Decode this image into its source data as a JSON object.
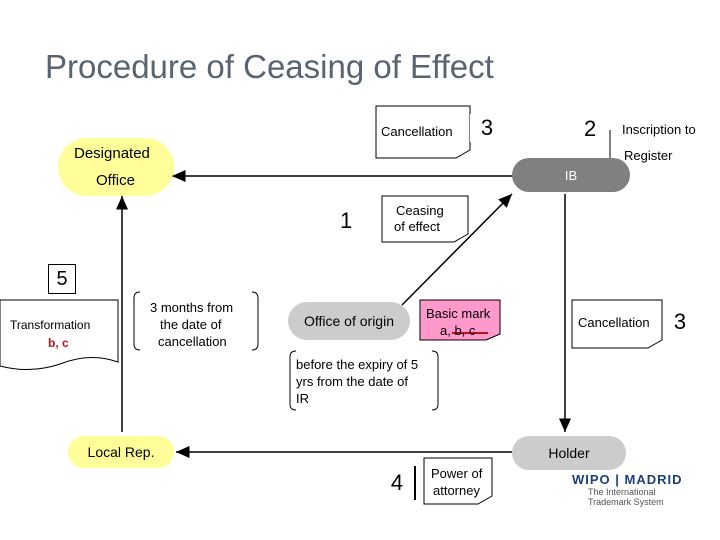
{
  "slide": {
    "title": "Procedure of Ceasing of Effect"
  },
  "nodes": {
    "designated_office": {
      "line1": "Designated",
      "line2": "Office"
    },
    "ib": {
      "label": "IB"
    },
    "office_of_origin": {
      "label": "Office of origin"
    },
    "local_rep": {
      "label": "Local Rep."
    },
    "holder": {
      "label": "Holder"
    }
  },
  "documents": {
    "cancellation_top": {
      "label": "Cancellation",
      "number": "3"
    },
    "ceasing_of_effect": {
      "line1": "Ceasing",
      "line2": "of effect",
      "number": "1"
    },
    "basic_mark": {
      "line1": "Basic mark",
      "line2": "a, b, c"
    },
    "cancellation_right": {
      "label": "Cancellation",
      "number": "3"
    },
    "power_of_attorney": {
      "line1": "Power of",
      "line2": "attorney",
      "number": "4"
    },
    "transformation": {
      "line1": "Transformation",
      "line2": "b, c"
    },
    "inscription_number": "2"
  },
  "labels": {
    "inscription_line1": "Inscription to",
    "inscription_line2": "Register",
    "three_months_line1": "3 months from",
    "three_months_line2": "the date of",
    "three_months_line3": "cancellation",
    "expiry_line1": "before the expiry of 5",
    "expiry_line2": "yrs from the date of",
    "expiry_line3": "IR",
    "step5": "5"
  },
  "logo": {
    "text": "WIPO | MADRID",
    "subtitle_line1": "The International",
    "subtitle_line2": "Trademark System"
  },
  "colors": {
    "title": "#5a6470",
    "designated_fill": "#ffff99",
    "ib_fill": "#808080",
    "origin_fill": "#cccccc",
    "local_rep_fill": "#ffff99",
    "holder_fill": "#cccccc",
    "basic_mark_fill": "#ff99cc",
    "accent_red": "#b3171d"
  }
}
